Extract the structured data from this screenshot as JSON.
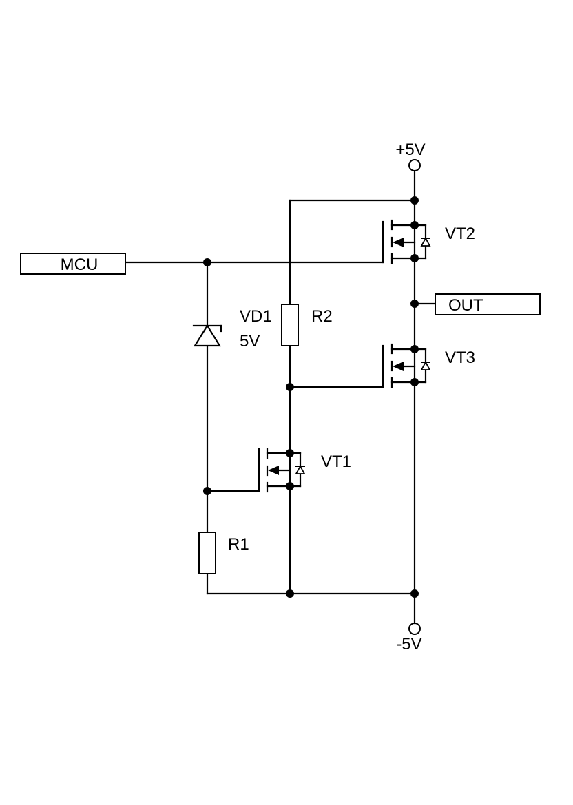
{
  "labels": {
    "vplus": "+5V",
    "vminus": "-5V",
    "mcu": "MCU",
    "out": "OUT",
    "vd1": "VD1",
    "vd1_value": "5V",
    "r1": "R1",
    "r2": "R2",
    "vt1": "VT1",
    "vt2": "VT2",
    "vt3": "VT3"
  }
}
